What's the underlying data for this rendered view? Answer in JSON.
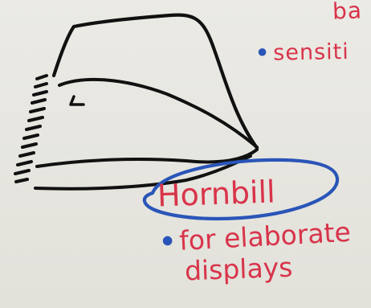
{
  "whiteboard": {
    "top_partial_text": "ba",
    "bullet_symbol": "•",
    "sensitive_text": "sensiti",
    "hornbill_label": "Hornbill",
    "display_line1": "for elaborate",
    "display_line2": "displays"
  },
  "colors": {
    "ink_black": "#111111",
    "ink_red": "#d8344a",
    "ink_blue": "#2a55b8",
    "board": "#e9e8e2"
  }
}
